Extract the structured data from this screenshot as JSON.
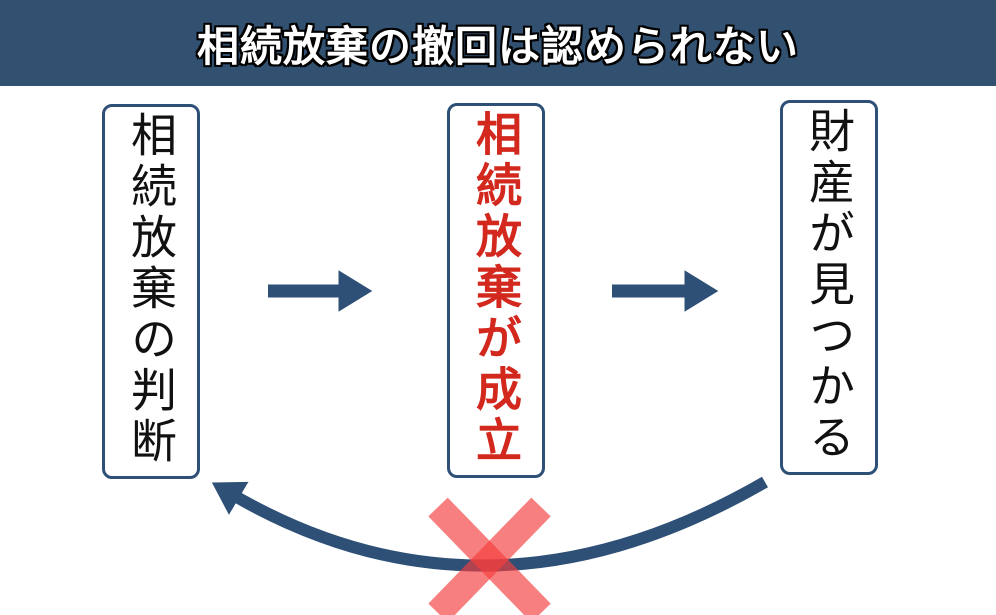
{
  "title": {
    "text": "相続放棄の撤回は認められない"
  },
  "colors": {
    "header_bg": "#32506F",
    "outline": "#2E5077",
    "arrow": "#2E5077",
    "red_text": "#D2281E",
    "black_text": "#111111",
    "x_mark": "rgba(244,60,60,0.66)"
  },
  "flow": {
    "steps": [
      {
        "label": "相続放棄の判断",
        "emphasis": false
      },
      {
        "label": "相続放棄が成立",
        "emphasis": true
      },
      {
        "label": "財産が見つかる",
        "emphasis": false
      }
    ],
    "forward_arrows": [
      {
        "from": "相続放棄の判断",
        "to": "相続放棄が成立",
        "direction": "right"
      },
      {
        "from": "相続放棄が成立",
        "to": "財産が見つかる",
        "direction": "right"
      }
    ],
    "return_arrow": {
      "from": "財産が見つかる",
      "to": "相続放棄の判断",
      "blocked": true,
      "blocked_symbol": "×"
    }
  }
}
